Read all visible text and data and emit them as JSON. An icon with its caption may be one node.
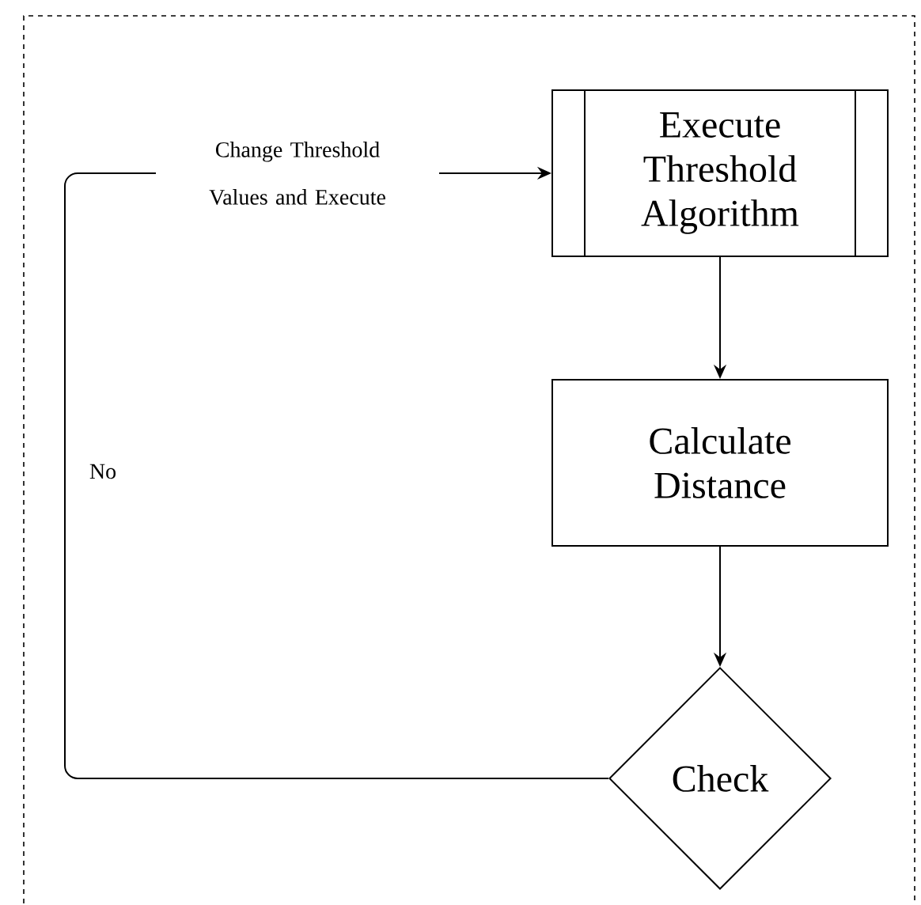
{
  "diagram": {
    "nodes": [
      {
        "text": [
          "Execute Threshold Algorithm"
        ]
      },
      {
        "text": [
          "Calculate Distance"
        ]
      },
      {
        "text": [
          "Check"
        ]
      }
    ],
    "edges": [
      {
        "from": 0,
        "to": 1,
        "arrow": "to"
      },
      {
        "from": 1,
        "to": 2,
        "arrow": "to"
      },
      {
        "from": 2,
        "to": 0,
        "arrow": "to",
        "label": "Change Threshold Values and Execute"
      }
    ],
    "labels": [
      "No"
    ]
  }
}
